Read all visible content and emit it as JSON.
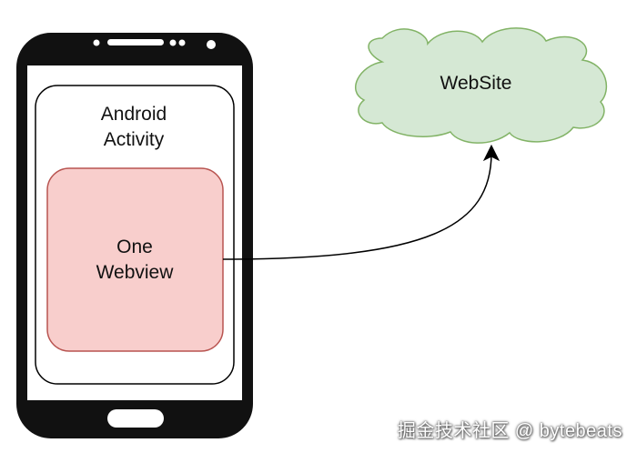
{
  "diagram": {
    "activity_label_line1": "Android",
    "activity_label_line2": "Activity",
    "webview_label_line1": "One",
    "webview_label_line2": "Webview",
    "website_label": "WebSite"
  },
  "watermark": "掘金技术社区 @ bytebeats",
  "colors": {
    "phone_body": "#111111",
    "webview_fill": "#f8cecc",
    "webview_stroke": "#b85450",
    "cloud_fill": "#d5e8d4",
    "cloud_stroke": "#82b366",
    "arrow": "#000000"
  }
}
